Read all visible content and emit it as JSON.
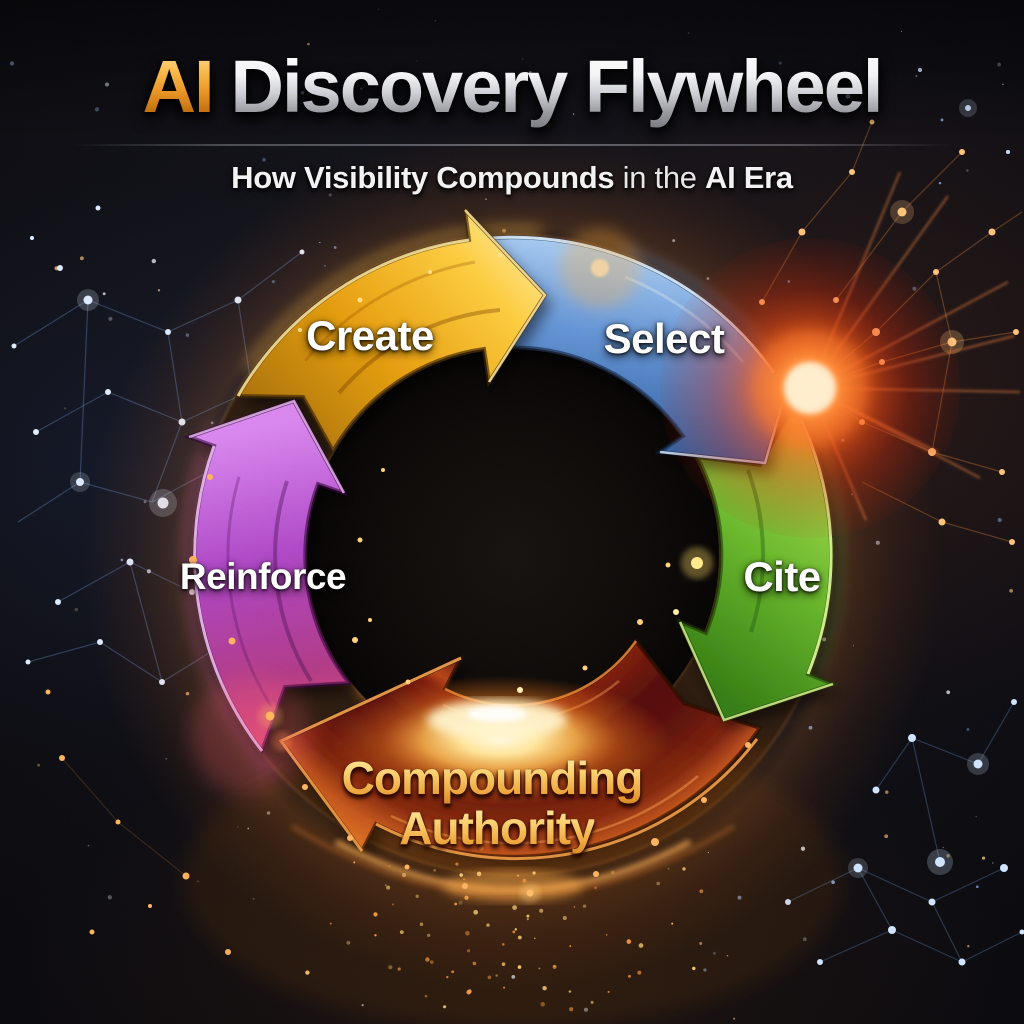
{
  "poster": {
    "title": {
      "accent": "AI",
      "main": "Discovery Flywheel"
    },
    "subtitle": {
      "lead": "How Visibility ",
      "emphasis": "Compounds",
      "middle": " in the ",
      "tail": "AI Era"
    },
    "flywheel": {
      "flow": "clockwise",
      "steps": [
        {
          "label": "Create",
          "color": "#eaa512"
        },
        {
          "label": "Select",
          "color": "#4f83c4"
        },
        {
          "label": "Cite",
          "color": "#69b72c"
        },
        {
          "label": "Reinforce",
          "color": "#ad46c4"
        }
      ],
      "banner": {
        "line1": "Compounding",
        "line2": "Authority",
        "background_color": "#601208",
        "text_color": "#f6c863",
        "glow_color": "#ff7a22"
      }
    },
    "colors": {
      "title_accent_gold": "#e9962a",
      "title_silver": "#cfd0d5",
      "background": "#0c0c12",
      "network_blue": "#9ec2ff",
      "network_orange": "#ffb45e"
    }
  }
}
